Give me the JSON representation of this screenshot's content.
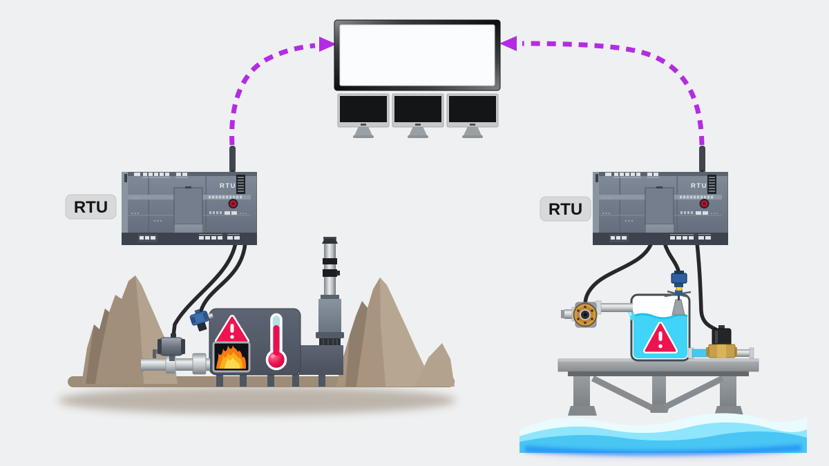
{
  "diagram": {
    "left_station": {
      "tag_label": "RTU",
      "device_label": "RTU"
    },
    "right_station": {
      "tag_label": "RTU",
      "device_label": "RTU"
    },
    "colors": {
      "background": "#eef0f1",
      "wireless_link_purple": "#b32be3",
      "warning_red": "#ef1350",
      "water_cyan": "#3fd4f8",
      "flame_orange": "#f7941d",
      "thermometer_red": "#e8114d",
      "mountain_brown": "#a8947f",
      "device_slate_grey": "#727c8a",
      "platform_grey": "#9ba0a4",
      "brass_yellow": "#c7a04a"
    },
    "icons": {
      "control_room": "monitor-wall-icon",
      "links": "dashed-arrow-icon",
      "left_site": [
        "warning-triangle-icon",
        "flame-icon",
        "thermometer-icon",
        "chimney-icon",
        "pipeline-valve-icon",
        "mountain-icon"
      ],
      "right_site": [
        "warning-triangle-icon",
        "water-tank-icon",
        "pump-icon",
        "level-sensor-icon",
        "solenoid-valve-icon",
        "offshore-platform-icon",
        "waves-icon"
      ]
    }
  }
}
